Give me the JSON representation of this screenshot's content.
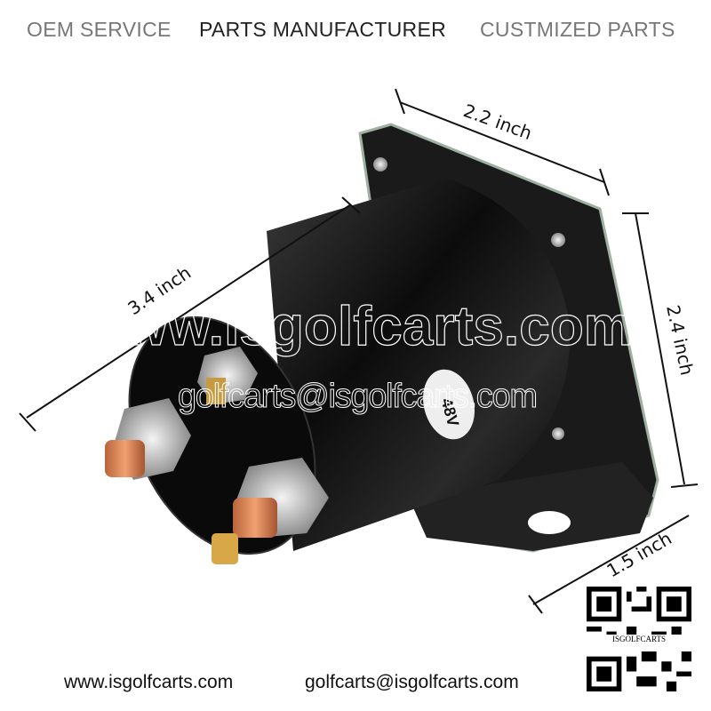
{
  "header": {
    "oem": "OEM SERVICE",
    "parts": "PARTS MANUFACTURER",
    "custom": "CUSTMIZED PARTS"
  },
  "dimensions": {
    "width": "2.2 inch",
    "length": "3.4 inch",
    "height": "2.4 inch",
    "base": "1.5 inch"
  },
  "product": {
    "voltage_label": "48V"
  },
  "watermark": {
    "site": "www.isgolfcarts.com",
    "email": "golfcarts@isgolfcarts.com"
  },
  "qr": {
    "label": "ISGOLFCARTS"
  },
  "footer": {
    "website": "www.isgolfcarts.com",
    "email": "golfcarts@isgolfcarts.com"
  }
}
